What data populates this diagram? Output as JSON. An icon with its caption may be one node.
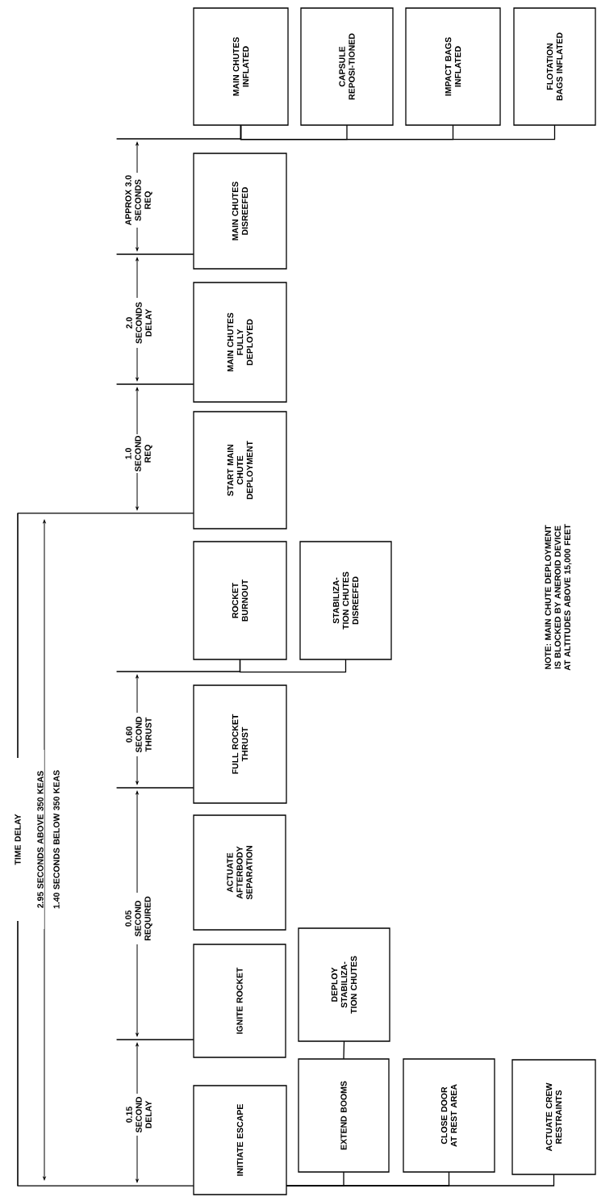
{
  "diagram": {
    "nodes": [
      {
        "text": [
          "INITIATE ESCAPE"
        ]
      },
      {
        "text": [
          "EXTEND BOOMS"
        ]
      },
      {
        "text": [
          "CLOSE DOOR AT REST AREA"
        ]
      },
      {
        "text": [
          "ACTUATE CREW RESTRAINTS"
        ]
      },
      {
        "text": [
          "IGNITE ROCKET"
        ]
      },
      {
        "text": [
          "DEPLOY STABILIZA-TION CHUTES"
        ]
      },
      {
        "text": [
          "ACTUATE AFTERBODY SEPARATION"
        ]
      },
      {
        "text": [
          "FULL ROCKET THRUST"
        ]
      },
      {
        "text": [
          "ROCKET BURNOUT"
        ]
      },
      {
        "text": [
          "STABILIZA-TION CHUTES DISREEFED"
        ]
      },
      {
        "text": [
          "START MAIN CHUTE DEPLOYMENT"
        ]
      },
      {
        "text": [
          "MAIN CHUTES FULLY DEPLOYED"
        ]
      },
      {
        "text": [
          "MAIN CHUTES DISREEFED"
        ]
      },
      {
        "text": [
          "MAIN CHUTES INFLATED"
        ]
      },
      {
        "text": [
          "CAPSULE REPOSI-TIONED"
        ]
      },
      {
        "text": [
          "IMPACT BAGS INFLATED"
        ]
      },
      {
        "text": [
          "FLOTATION BAGS INFLATED"
        ]
      },
      {
        "text": [],
        "shape": "bar"
      }
    ],
    "edges": [
      {
        "from": 0,
        "to": 1,
        "arrow": "none"
      },
      {
        "from": 0,
        "to": 2,
        "arrow": "none"
      },
      {
        "from": 0,
        "to": 3,
        "arrow": "none"
      },
      {
        "from": 1,
        "to": 5,
        "arrow": "none"
      },
      {
        "from": 8,
        "to": 9,
        "arrow": "none"
      },
      {
        "from": 13,
        "to": 14,
        "arrow": "none"
      },
      {
        "from": 13,
        "to": 15,
        "arrow": "none"
      },
      {
        "from": 13,
        "to": 16,
        "arrow": "none"
      },
      {
        "from": 17,
        "to": 0,
        "arrow": "none"
      },
      {
        "from": 17,
        "to": 10,
        "arrow": "none"
      },
      {
        "from": null,
        "to": 4,
        "arrow": "none"
      },
      {
        "from": null,
        "to": 7,
        "arrow": "none"
      },
      {
        "from": null,
        "to": 8,
        "arrow": "none"
      },
      {
        "from": null,
        "to": 11,
        "arrow": "none"
      },
      {
        "from": null,
        "to": 12,
        "arrow": "none"
      },
      {
        "from": null,
        "to": 13,
        "arrow": "none"
      }
    ],
    "labels": [
      "TIME DELAY",
      "2.95 SECONDS ABOVE 350 KEAS",
      "1.40 SECONDS BELOW 350 KEAS",
      "0.15 SECOND DELAY",
      "0.05 SECOND REQUIRED",
      "0.60 SECOND THRUST",
      "1.0 SECOND REQ",
      "2.0 SECONDS DELAY",
      "APPROX 3.0 SECONDS REQ",
      "NOTE: MAIN CHUTE DEPLOYMENT IS BLOCKED BY ANEROID DEVICE AT ALTITUDES ABOVE 15,000 FEET"
    ]
  }
}
